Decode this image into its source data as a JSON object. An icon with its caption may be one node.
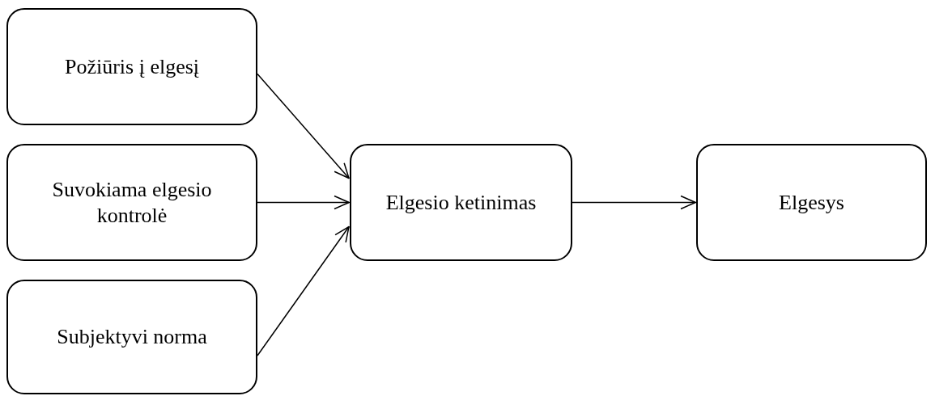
{
  "diagram": {
    "nodes": [
      {
        "text": [
          "Požiūris į elgesį"
        ]
      },
      {
        "text": [
          "Suvokiama elgesio kontrolė"
        ]
      },
      {
        "text": [
          "Subjektyvi norma"
        ]
      },
      {
        "text": [
          "Elgesio ketinimas"
        ]
      },
      {
        "text": [
          "Elgesys"
        ]
      }
    ],
    "edges": [
      {
        "from": 0,
        "to": 3,
        "arrow": "to"
      },
      {
        "from": 1,
        "to": 3,
        "arrow": "to"
      },
      {
        "from": 2,
        "to": 3,
        "arrow": "to"
      },
      {
        "from": 3,
        "to": 4,
        "arrow": "to"
      }
    ]
  }
}
